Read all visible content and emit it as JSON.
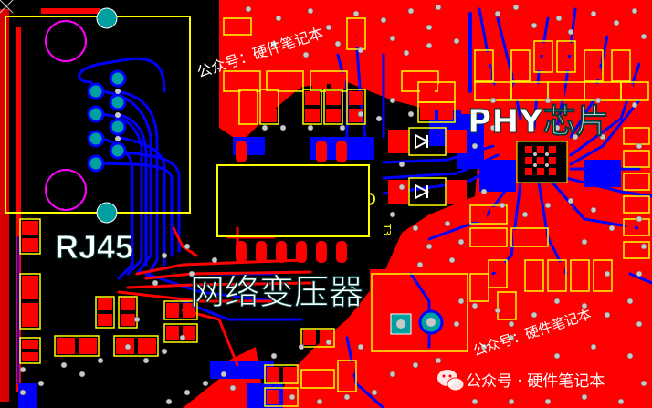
{
  "labels": {
    "rj45": "RJ45",
    "phy": "PHY芯片",
    "transformer": "网络变压器",
    "designator_t3": "T3"
  },
  "watermarks": {
    "top": "公众号：硬件笔记本",
    "right": "公众号：硬件笔记本",
    "bottom": "公众号 · 硬件笔记本"
  },
  "colors": {
    "background": "#000000",
    "copper_top": "#ff0000",
    "copper_bottom": "#0000ff",
    "silkscreen": "#ffff00",
    "keepout": "#ff00ff",
    "via": "#c8c8c8",
    "through_hole": "#00a0a0",
    "label_text": "#ffffff"
  },
  "icons": {
    "wechat": "wechat-logo-icon",
    "diode": "diode-symbol-icon"
  }
}
